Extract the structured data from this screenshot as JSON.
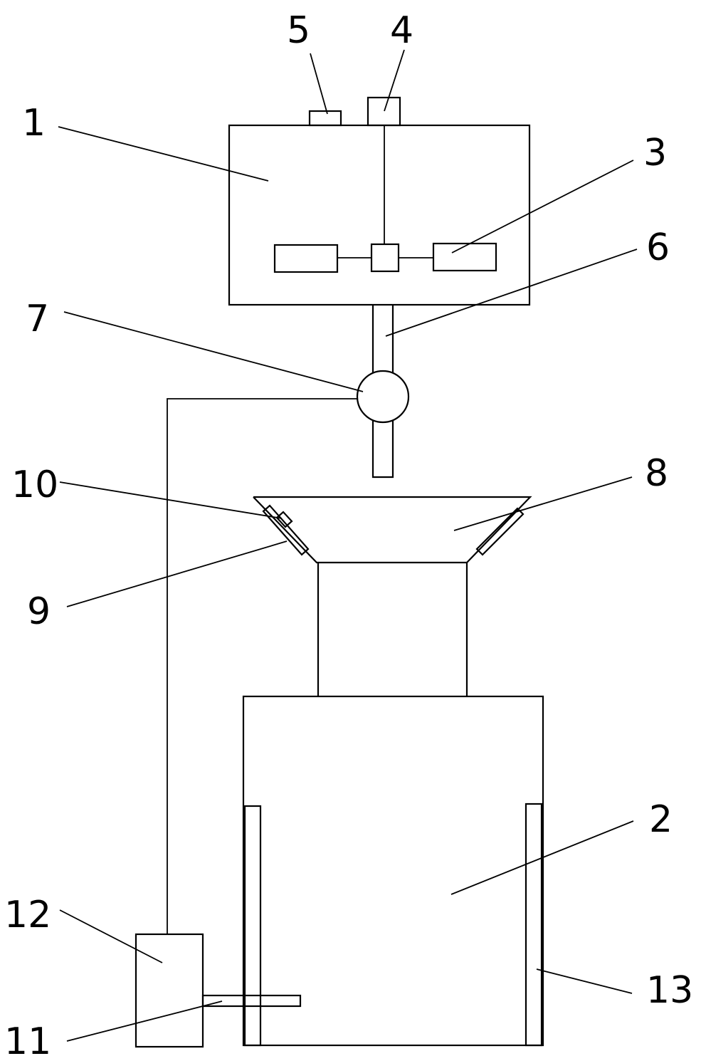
{
  "labels": {
    "l1": "1",
    "l2": "2",
    "l3": "3",
    "l4": "4",
    "l5": "5",
    "l6": "6",
    "l7": "7",
    "l8": "8",
    "l9": "9",
    "l10": "10",
    "l11": "11",
    "l12": "12",
    "l13": "13"
  },
  "colors": {
    "stroke": "#000000",
    "background": "#ffffff"
  }
}
